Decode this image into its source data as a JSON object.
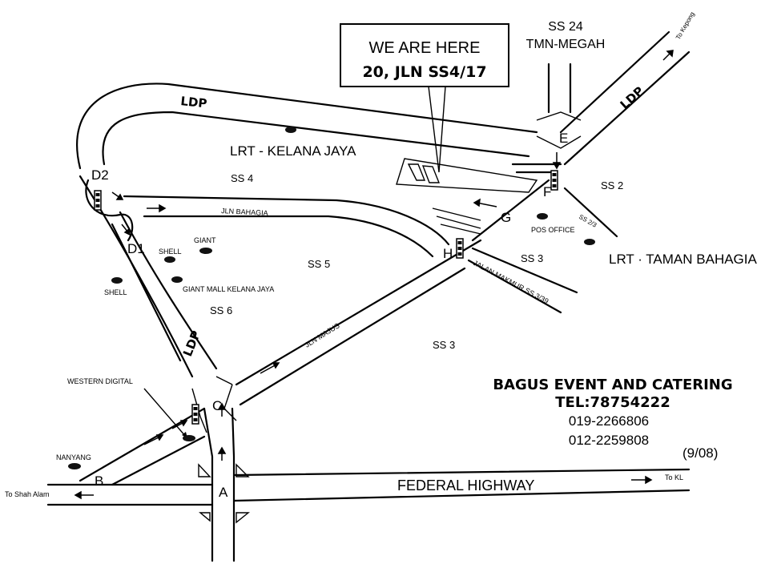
{
  "callout": {
    "line1": "WE ARE HERE",
    "line2": "20, JLN SS4/17"
  },
  "areas": {
    "ss24": "SS 24",
    "tmn_megah": "TMN-MEGAH",
    "ss4": "SS 4",
    "ss5": "SS 5",
    "ss6": "SS 6",
    "ss2": "SS 2",
    "ss3a": "SS 3",
    "ss3b": "SS 3"
  },
  "roads": {
    "ldp_top": "LDP",
    "ldp_right": "LDP",
    "ldp_left": "LDP",
    "jln_bahagia": "JLN BAHAGIA",
    "jln_majus": "JLN MAJUS",
    "jalan_makmur": "JALAN MAKMUR SS 3/39",
    "ss2_3": "SS 2/3",
    "federal_highway": "FEDERAL HIGHWAY"
  },
  "places": {
    "lrt_kelana_jaya": "LRT - KELANA JAYA",
    "lrt_taman_bahagia": "LRT · TAMAN BAHAGIA",
    "pos_office": "POS OFFICE",
    "giant": "GIANT",
    "shell_1": "SHELL",
    "shell_2": "SHELL",
    "giant_mall": "GIANT MALL KELANA JAYA",
    "western_digital": "WESTERN DIGITAL",
    "nanyang": "NANYANG"
  },
  "directions": {
    "to_kepong": "To Kepong",
    "to_shah_alam": "To Shah Alam",
    "to_kl": "To KL"
  },
  "markers": {
    "a": "A",
    "b": "B",
    "c": "C",
    "d1": "D1",
    "d2": "D2",
    "e": "E",
    "f": "F",
    "g": "G",
    "h": "H"
  },
  "contact": {
    "company": "BAGUS EVENT AND CATERING",
    "tel": "TEL:78754222",
    "phone1": "019-2266806",
    "phone2": "012-2259808",
    "date": "(9/08)"
  }
}
